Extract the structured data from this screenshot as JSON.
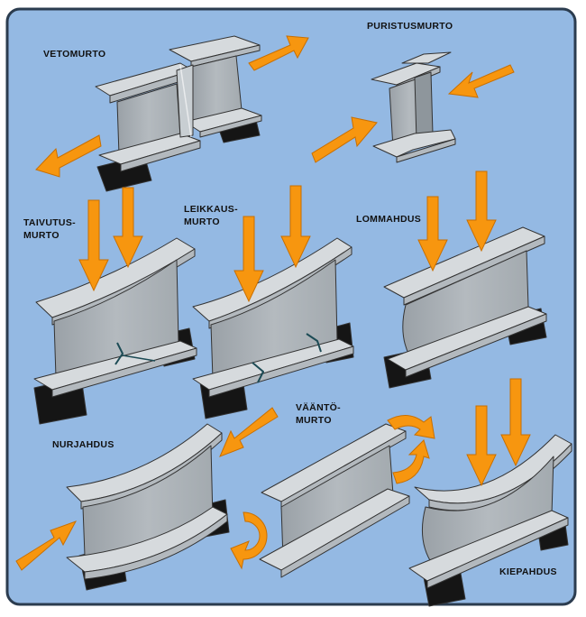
{
  "labels": {
    "vetomurto": "VETOMURTO",
    "puristusmurto": "PURISTUSMURTO",
    "taivutusmurto": "TAIVUTUS-\nMURTO",
    "leikkausmurto": "LEIKKAUS-\nMURTO",
    "lommahdus": "LOMMAHDUS",
    "vaantomurto": "VÄÄNTÖ-\nMURTO",
    "nurjahdus": "NURJAHDUS",
    "kiepahdus": "KIEPAHDUS"
  },
  "colors": {
    "background": "#94b9e3",
    "frame": "#2b3c4f",
    "arrow": "#f7960f",
    "arrow_edge": "#c96f00",
    "steel_top": "#d6dadd",
    "steel_side": "#b3b9be",
    "steel_web": "#a3aaaf",
    "support": "#151515",
    "crack": "#1c4b55"
  }
}
